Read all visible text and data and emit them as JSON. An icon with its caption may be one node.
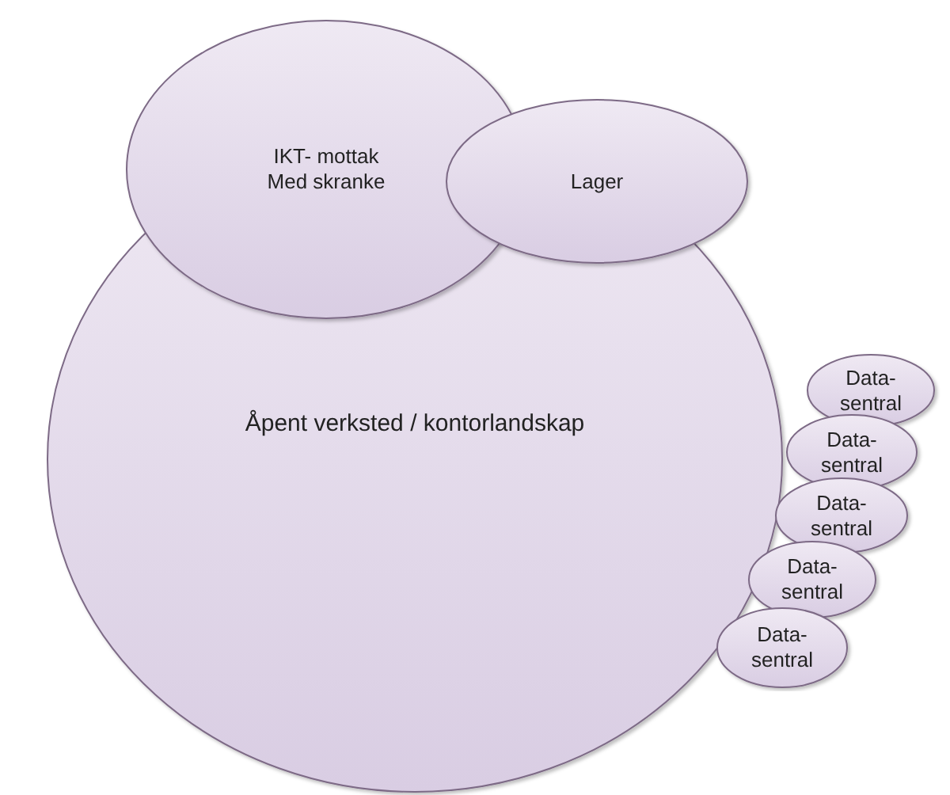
{
  "diagram": {
    "nodes": [
      {
        "text": [
          "Åpent verksted / kontorlandskap"
        ]
      },
      {
        "text": [
          "IKT- mottak Med skranke"
        ]
      },
      {
        "text": [
          "Lager"
        ]
      },
      {
        "text": [
          "Data- sentral"
        ]
      },
      {
        "text": [
          "Data- sentral"
        ]
      },
      {
        "text": [
          "Data- sentral"
        ]
      },
      {
        "text": [
          "Data- sentral"
        ]
      },
      {
        "text": [
          "Data- sentral"
        ]
      }
    ]
  }
}
